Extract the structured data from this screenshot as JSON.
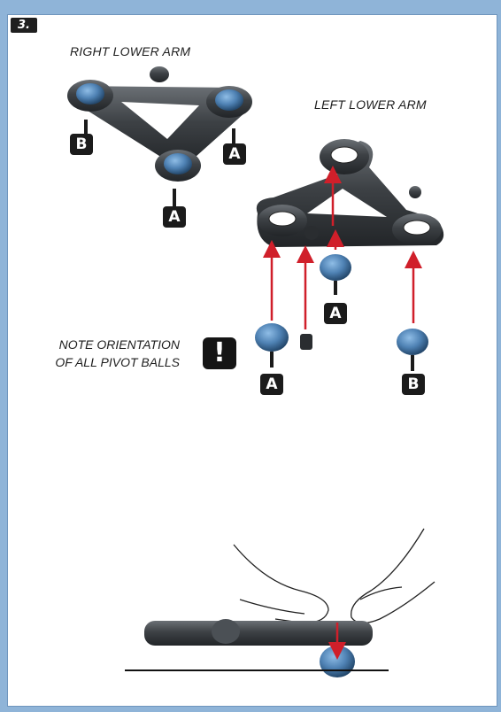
{
  "step": {
    "number": "3."
  },
  "captions": {
    "right_lower_arm": "RIGHT LOWER ARM",
    "left_lower_arm": "LEFT LOWER ARM",
    "note_line1": "NOTE ORIENTATION",
    "note_line2": "OF ALL PIVOT BALLS"
  },
  "warning": {
    "symbol": "!"
  },
  "labels": {
    "right_b": "B",
    "right_a_top": "A",
    "right_a_bottom": "A",
    "left_a_center": "A",
    "left_a_front": "A",
    "left_b": "B"
  },
  "colors": {
    "border_blue": "#8fb4d8",
    "arm_gray": "#3d4145",
    "ball_blue": "#4f82b4",
    "arrow_red": "#d01f2a"
  }
}
